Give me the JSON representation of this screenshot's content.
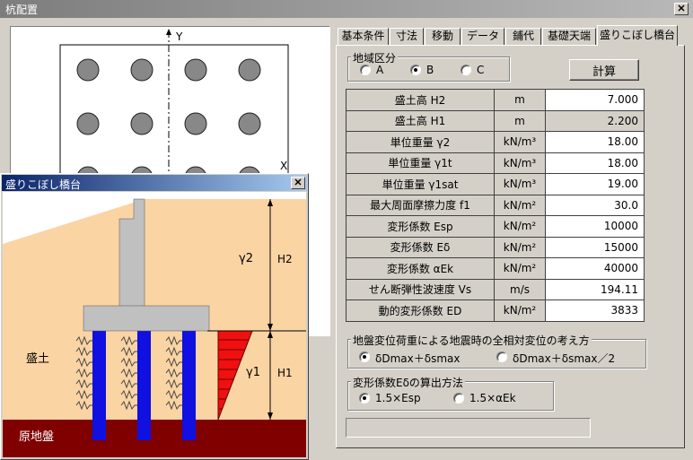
{
  "window": {
    "title": "杭配置",
    "close_glyph": "✕"
  },
  "pile_view": {
    "y_axis_label": "Y",
    "x_axis_label": "X"
  },
  "popup": {
    "title": "盛りこぼし橋台",
    "close_glyph": "✕",
    "gamma2": "γ2",
    "gamma1": "γ1",
    "h2": "H2",
    "h1": "H1",
    "embankment": "盛土",
    "ground": "原地盤"
  },
  "tabs": [
    {
      "label": "基本条件",
      "active": false
    },
    {
      "label": "寸法",
      "active": false
    },
    {
      "label": "移動",
      "active": false
    },
    {
      "label": "データ",
      "active": false
    },
    {
      "label": "鋪代",
      "active": false
    },
    {
      "label": "基礎天端",
      "active": false
    },
    {
      "label": "盛りこぼし橋台",
      "active": true
    }
  ],
  "region": {
    "label": "地域区分",
    "options": [
      "A",
      "B",
      "C"
    ],
    "selected": "B"
  },
  "calc_button": "計算",
  "params": [
    {
      "label": "盛土高  H2",
      "unit": "m",
      "value": "7.000",
      "editable": true
    },
    {
      "label": "盛土高  H1",
      "unit": "m",
      "value": "2.200",
      "editable": false
    },
    {
      "label": "単位重量  γ2",
      "unit": "kN/m³",
      "value": "18.00",
      "editable": true
    },
    {
      "label": "単位重量  γ1t",
      "unit": "kN/m³",
      "value": "18.00",
      "editable": true
    },
    {
      "label": "単位重量  γ1sat",
      "unit": "kN/m³",
      "value": "19.00",
      "editable": true
    },
    {
      "label": "最大周面摩擦力度  f1",
      "unit": "kN/m²",
      "value": "30.0",
      "editable": true
    },
    {
      "label": "変形係数  Esp",
      "unit": "kN/m²",
      "value": "10000",
      "editable": true
    },
    {
      "label": "変形係数  Eδ",
      "unit": "kN/m²",
      "value": "15000",
      "editable": true
    },
    {
      "label": "変形係数  αEk",
      "unit": "kN/m²",
      "value": "40000",
      "editable": true
    },
    {
      "label": "せん断弾性波速度  Vs",
      "unit": "m/s",
      "value": "194.11",
      "editable": true
    },
    {
      "label": "動的変形係数  ED",
      "unit": "kN/m²",
      "value": "3833",
      "editable": true
    }
  ],
  "displacement": {
    "label": "地盤変位荷重による地震時の全相対変位の考え方",
    "options": [
      "δDmax＋δsmax",
      "δDmax＋δsmax／2"
    ],
    "selected": 0
  },
  "modulus": {
    "label": "変形係数Eδの算出方法",
    "options": [
      "1.5×Esp",
      "1.5×αEk"
    ],
    "selected": 0
  },
  "status_text": ""
}
